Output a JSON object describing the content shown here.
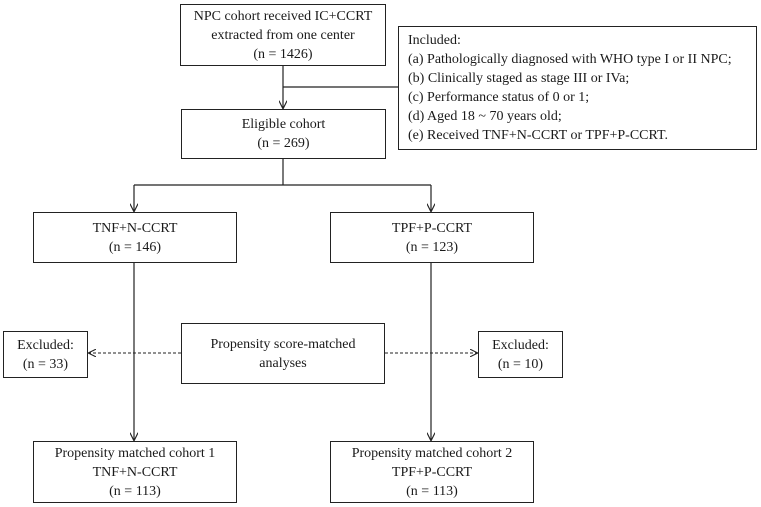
{
  "boxes": {
    "source_cohort": {
      "lines": [
        "NPC cohort received IC+CCRT",
        "extracted from one center",
        "(n = 1426)"
      ]
    },
    "inclusion": {
      "lines": [
        "Included:",
        "(a) Pathologically diagnosed with WHO type I or II NPC;",
        "(b) Clinically staged as stage III or IVa;",
        "(c) Performance status of 0 or 1;",
        "(d) Aged 18 ~ 70 years old;",
        "(e) Received TNF+N-CCRT or TPF+P-CCRT."
      ]
    },
    "eligible_cohort": {
      "lines": [
        "Eligible cohort",
        "(n = 269)"
      ]
    },
    "tnf_group": {
      "lines": [
        "TNF+N-CCRT",
        "(n = 146)"
      ]
    },
    "tpf_group": {
      "lines": [
        "TPF+P-CCRT",
        "(n = 123)"
      ]
    },
    "excluded_left": {
      "lines": [
        "Excluded:",
        "(n = 33)"
      ]
    },
    "psm_analyses": {
      "lines": [
        "Propensity score-matched",
        "analyses"
      ]
    },
    "excluded_right": {
      "lines": [
        "Excluded:",
        "(n = 10)"
      ]
    },
    "matched_cohort_1": {
      "lines": [
        "Propensity matched cohort 1",
        "TNF+N-CCRT",
        "(n = 113)"
      ]
    },
    "matched_cohort_2": {
      "lines": [
        "Propensity matched cohort 2",
        "TPF+P-CCRT",
        "(n = 113)"
      ]
    }
  },
  "colors": {
    "stroke": "#222222",
    "text": "#1a1a1a",
    "background": "#ffffff"
  }
}
